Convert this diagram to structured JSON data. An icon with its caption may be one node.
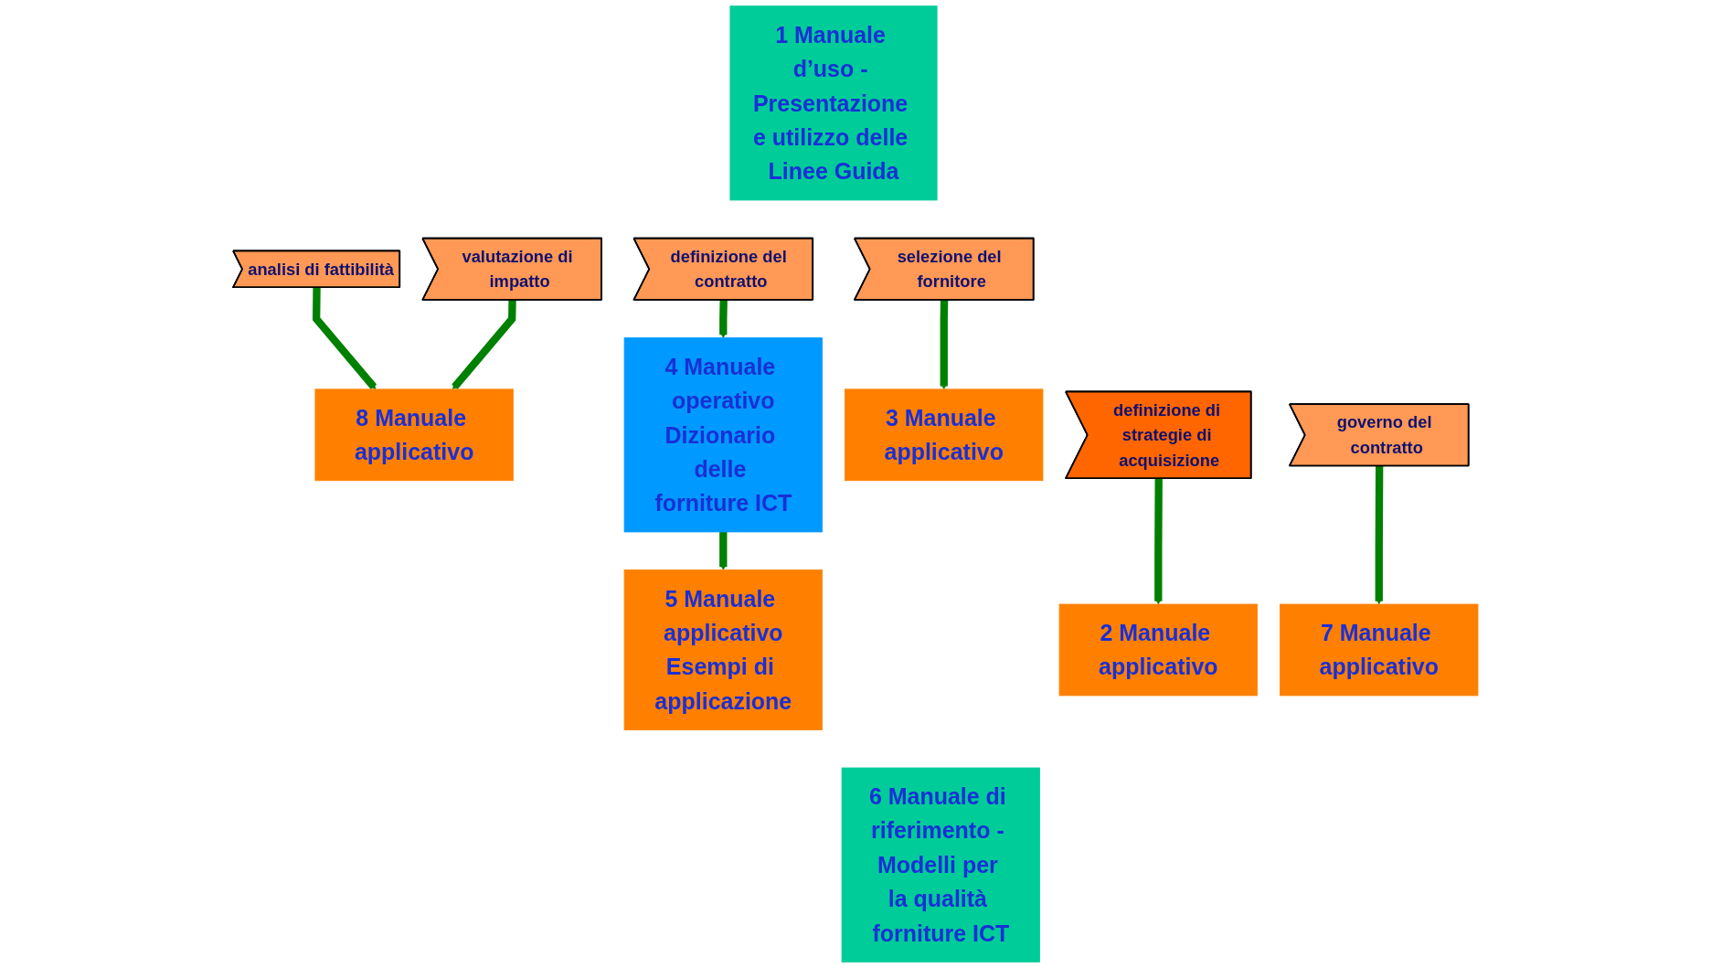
{
  "diagram": {
    "nodes": [
      {
        "text": [
          "1 Manuale d’uso - Presentazione e utilizzo delle Linee Guida"
        ]
      },
      {
        "text": [
          "definizione di strategie di acquisizione"
        ]
      },
      {
        "text": [
          "analisi di fattibilità"
        ]
      },
      {
        "text": [
          "selezione del fornitore"
        ]
      },
      {
        "text": [
          "definizione del contratto"
        ]
      },
      {
        "text": [
          "governo del contratto"
        ]
      },
      {
        "text": [
          "valutazione di impatto"
        ]
      },
      {
        "text": [
          "2 Manuale applicativo"
        ]
      },
      {
        "text": [
          "3 Manuale applicativo"
        ]
      },
      {
        "text": [
          "7 Manuale applicativo"
        ]
      },
      {
        "text": [
          "4 Manuale operativo",
          "Dizionario delle forniture ICT"
        ]
      },
      {
        "text": [
          "5 Manuale applicativo",
          "Esempi di applicazione"
        ]
      },
      {
        "text": [
          "8 Manuale applicativo"
        ]
      },
      {
        "text": [
          "6 Manuale di riferimento - Modelli per la qualità forniture ICT"
        ]
      }
    ],
    "edges": [
      {
        "from": 1,
        "to": 7,
        "arrow": "to"
      },
      {
        "from": 3,
        "to": 8,
        "arrow": "to"
      },
      {
        "from": 5,
        "to": 9,
        "arrow": "to"
      },
      {
        "from": 4,
        "to": 10,
        "arrow": "to"
      },
      {
        "from": 10,
        "to": 11,
        "arrow": "to"
      },
      {
        "from": 2,
        "to": 12,
        "arrow": "to"
      },
      {
        "from": 6,
        "to": 12,
        "arrow": "to"
      }
    ]
  }
}
